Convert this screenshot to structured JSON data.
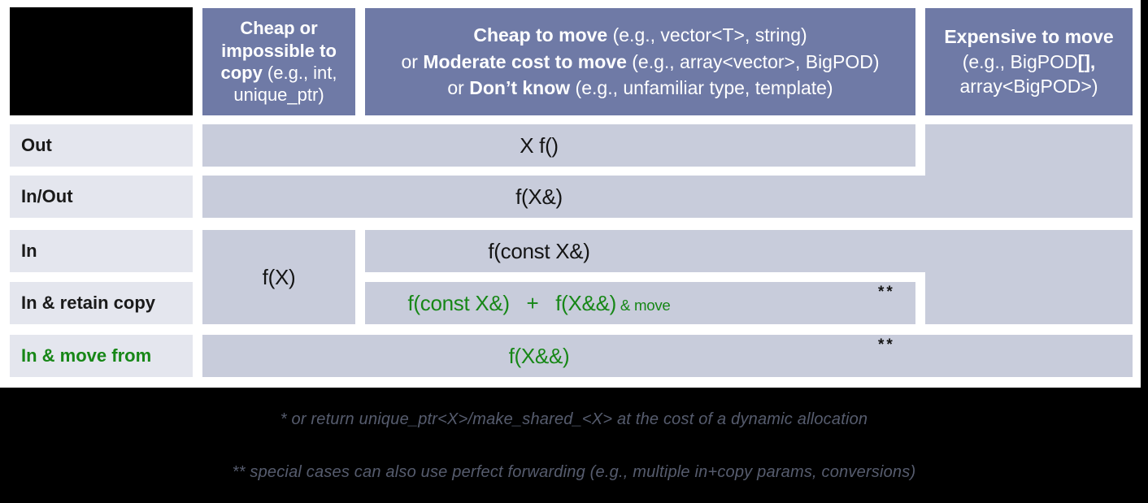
{
  "colors": {
    "header_bg": "#6f7aa6",
    "cell_bg": "#c8ccdb",
    "row_label_bg": "#e4e6ee",
    "highlight_green": "#178717",
    "footnote_text": "#565c6e",
    "frame_black": "#000000"
  },
  "table": {
    "column_headers": [
      {
        "segments": [
          {
            "text": "Cheap or impossible to copy",
            "bold": true
          },
          {
            "text": " (e.g., int, unique_ptr)"
          }
        ]
      },
      {
        "segments": [
          {
            "text": "Cheap to move",
            "bold": true
          },
          {
            "text": " (e.g., vector<T>, string)"
          },
          {
            "br": true
          },
          {
            "text": "or "
          },
          {
            "text": "Moderate cost to move",
            "bold": true
          },
          {
            "text": " (e.g., array<vector>, BigPOD)"
          },
          {
            "br": true
          },
          {
            "text": "or "
          },
          {
            "text": "Don’t know",
            "bold": true
          },
          {
            "text": " (e.g., unfamiliar type, template)"
          }
        ]
      },
      {
        "segments": [
          {
            "text": "Expensive to move",
            "bold": true
          },
          {
            "br": true
          },
          {
            "text": "(e.g., BigPOD"
          },
          {
            "text": "[],",
            "bold": true
          },
          {
            "br": true
          },
          {
            "text": "array<BigPOD>)"
          }
        ]
      }
    ],
    "row_labels": [
      {
        "text": "Out"
      },
      {
        "text": "In/Out"
      },
      {
        "text": "In"
      },
      {
        "text": "In & retain copy"
      },
      {
        "text": "In & move from"
      }
    ],
    "cells": {
      "out": "X f()",
      "in_out": "f(X&)",
      "in_cheap_copy": "f(X)",
      "in": "f(const X&)",
      "in_retain_copy_segments": [
        {
          "text": "f(const X&)   +   f(X&&)"
        },
        {
          "text": " & move",
          "small": true
        }
      ],
      "in_move_from": "f(X&&)",
      "footnote_marker": "**"
    }
  },
  "footnotes": [
    "* or return unique_ptr<X>/make_shared_<X> at the cost of a dynamic allocation",
    "** special cases can also use perfect forwarding (e.g., multiple in+copy params, conversions)"
  ]
}
